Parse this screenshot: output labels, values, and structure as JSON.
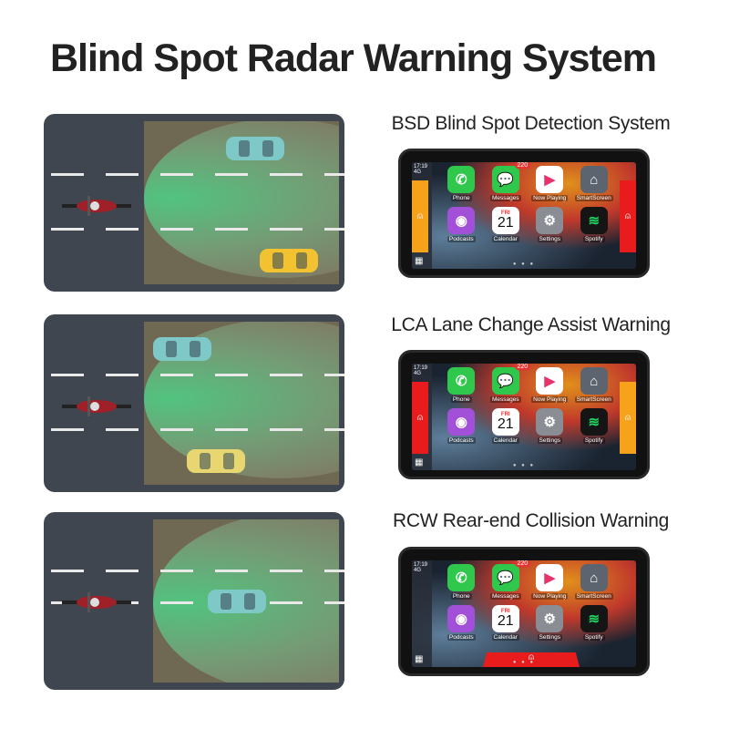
{
  "title": "Blind Spot Radar Warning System",
  "rows": [
    {
      "heading": "BSD Blind Spot Detection System",
      "alert": "sides",
      "left_color": "#f7a21b",
      "right_color": "#e81c1c"
    },
    {
      "heading": "LCA Lane Change Assist Warning",
      "alert": "sides",
      "left_color": "#e81c1c",
      "right_color": "#f7a21b"
    },
    {
      "heading": "RCW Rear-end Collision Warning",
      "alert": "rear",
      "left_color": "",
      "right_color": "#e81c1c"
    }
  ],
  "screen": {
    "time": "17:19",
    "signal": "4G",
    "badge": "220",
    "calendar_day": "FRI",
    "calendar_date": "21",
    "apps": [
      {
        "label": "Phone",
        "icon": "phone-icon",
        "color": "#2fc84c",
        "glyph": "✆"
      },
      {
        "label": "Messages",
        "icon": "messages-icon",
        "color": "#2fc84c",
        "glyph": "💬"
      },
      {
        "label": "Now Playing",
        "icon": "now-playing-icon",
        "color": "#ffffff",
        "glyph": "▶"
      },
      {
        "label": "SmartScreen",
        "icon": "home-icon",
        "color": "#5c6470",
        "glyph": "⌂"
      },
      {
        "label": "Podcasts",
        "icon": "podcasts-icon",
        "color": "#a350d8",
        "glyph": "◉"
      },
      {
        "label": "Calendar",
        "icon": "calendar-icon",
        "color": "#ffffff",
        "glyph": ""
      },
      {
        "label": "Settings",
        "icon": "settings-icon",
        "color": "#8a8e94",
        "glyph": "⚙"
      },
      {
        "label": "Spotify",
        "icon": "spotify-icon",
        "color": "#151515",
        "glyph": "≋"
      }
    ]
  }
}
